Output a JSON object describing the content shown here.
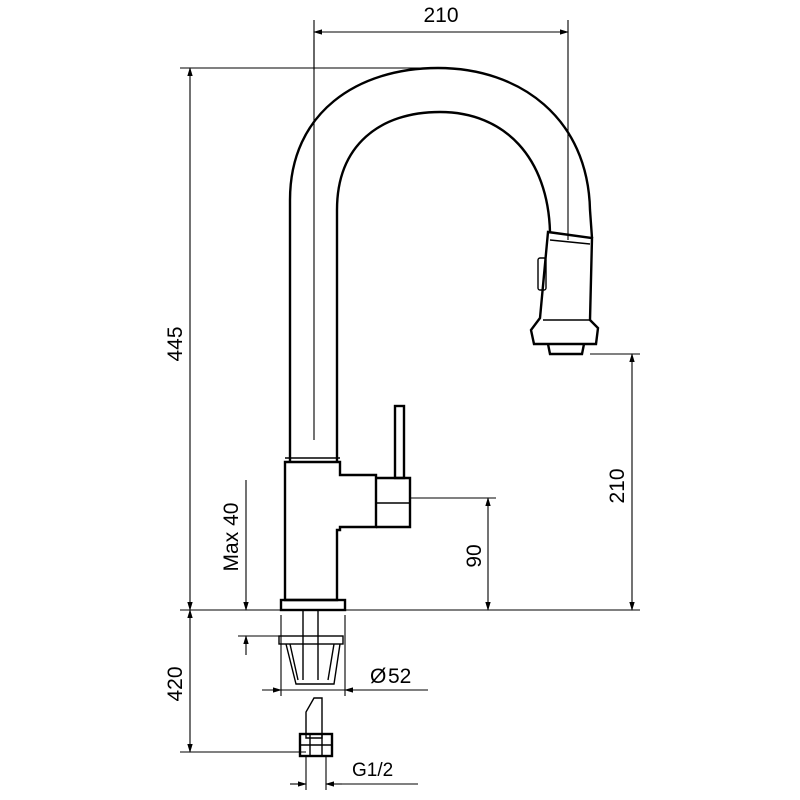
{
  "dimensions": {
    "spout_reach": "210",
    "total_height": "445",
    "outlet_height": "210",
    "handle_height": "90",
    "max_deck_thickness": "Max 40",
    "hose_length": "420",
    "base_diameter": "52",
    "connection_thread": "G1/2"
  },
  "symbols": {
    "diameter": "Ø"
  }
}
